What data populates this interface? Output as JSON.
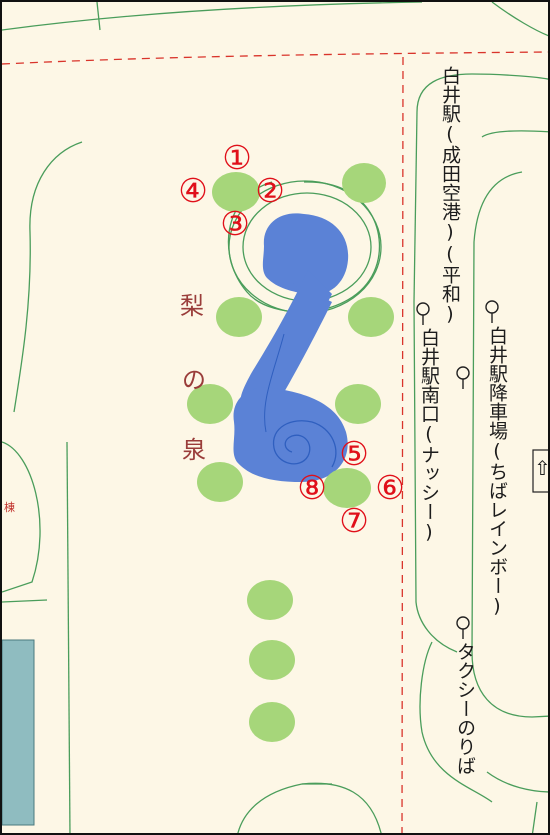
{
  "station_labels": {
    "shirai_narita": "白井駅(成田空港)(平和)",
    "shirai_minami": "白井駅南口(ナッシー)",
    "shirai_drop": "白井駅降車場(ちばレインボー)",
    "taxi": "タクシーのりば"
  },
  "poi": {
    "name_char1": "梨",
    "name_char2": "の",
    "name_char3": "泉",
    "building_partial": "棟"
  },
  "markers": [
    "①",
    "②",
    "③",
    "④",
    "⑤",
    "⑥",
    "⑦",
    "⑧"
  ],
  "exit_icon": "⇧",
  "colors": {
    "background": "#fdf7e6",
    "road_line": "#4a9d5b",
    "boundary_dashed": "#d9342b",
    "fountain": "#5b82d6",
    "green_dot": "#a6d67a",
    "marker": "#e0101a",
    "building": "#8fbcc0"
  },
  "icons": {
    "bus_stop": "bus-stop-icon",
    "exit": "exit-arrow-icon"
  }
}
